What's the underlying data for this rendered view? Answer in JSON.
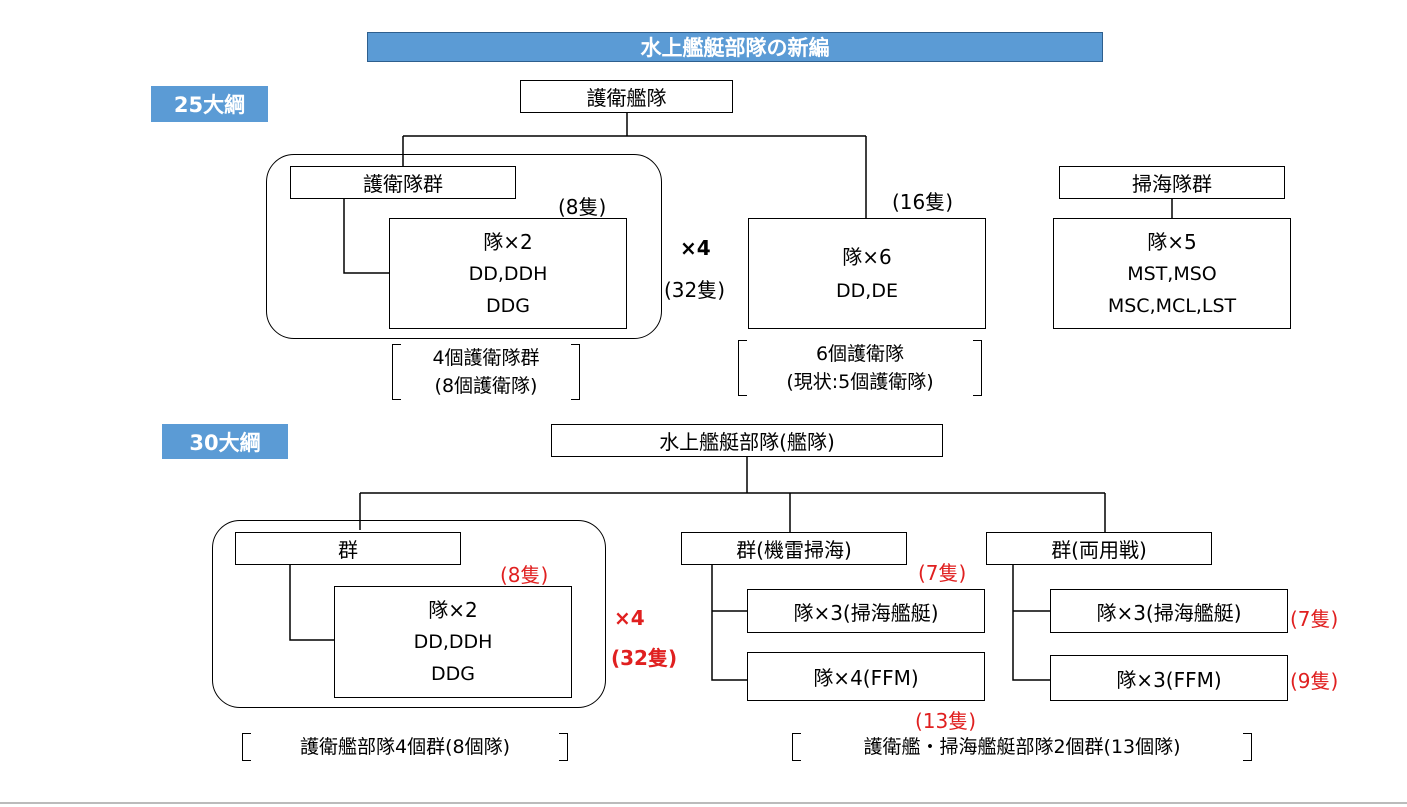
{
  "title": "水上艦艇部隊の新編",
  "section_25": {
    "tag": "25大綱",
    "top": "護衛艦隊",
    "escort_group": "護衛隊群",
    "escort_group_ships": "(8隻)",
    "escort_division": {
      "line1": "隊×2",
      "line2": "DD,DDH",
      "line3": "DDG"
    },
    "multiplier": "×4",
    "multiplier_ships": "(32隻)",
    "division6_ships": "(16隻)",
    "division6": {
      "line1": "隊×6",
      "line2": "DD,DE"
    },
    "minesweep_group": "掃海隊群",
    "minesweep_division": {
      "line1": "隊×5",
      "line2": "MST,MSO",
      "line3": "MSC,MCL,LST"
    },
    "note_left": {
      "line1": "4個護衛隊群",
      "line2": "(8個護衛隊)"
    },
    "note_mid": {
      "line1": "6個護衛隊",
      "line2": "(現状:5個護衛隊)"
    }
  },
  "section_30": {
    "tag": "30大綱",
    "top": "水上艦艇部隊(艦隊)",
    "group": "群",
    "group_ships": "(8隻)",
    "group_division": {
      "line1": "隊×2",
      "line2": "DD,DDH",
      "line3": "DDG"
    },
    "multiplier": "×4",
    "multiplier_ships": "(32隻)",
    "mine_group": "群(機雷掃海)",
    "mine_ships": "(7隻)",
    "mine_div1": "隊×3(掃海艦艇)",
    "mine_div2": "隊×4(FFM)",
    "mine_div2_ships": "(13隻)",
    "amph_group": "群(両用戦)",
    "amph_div1": "隊×3(掃海艦艇)",
    "amph_div1_ships": "(7隻)",
    "amph_div2": "隊×3(FFM)",
    "amph_div2_ships": "(9隻)",
    "note_left": "護衛艦部隊4個群(8個隊)",
    "note_right": "護衛艦・掃海艦艇部隊2個群(13個隊)"
  }
}
